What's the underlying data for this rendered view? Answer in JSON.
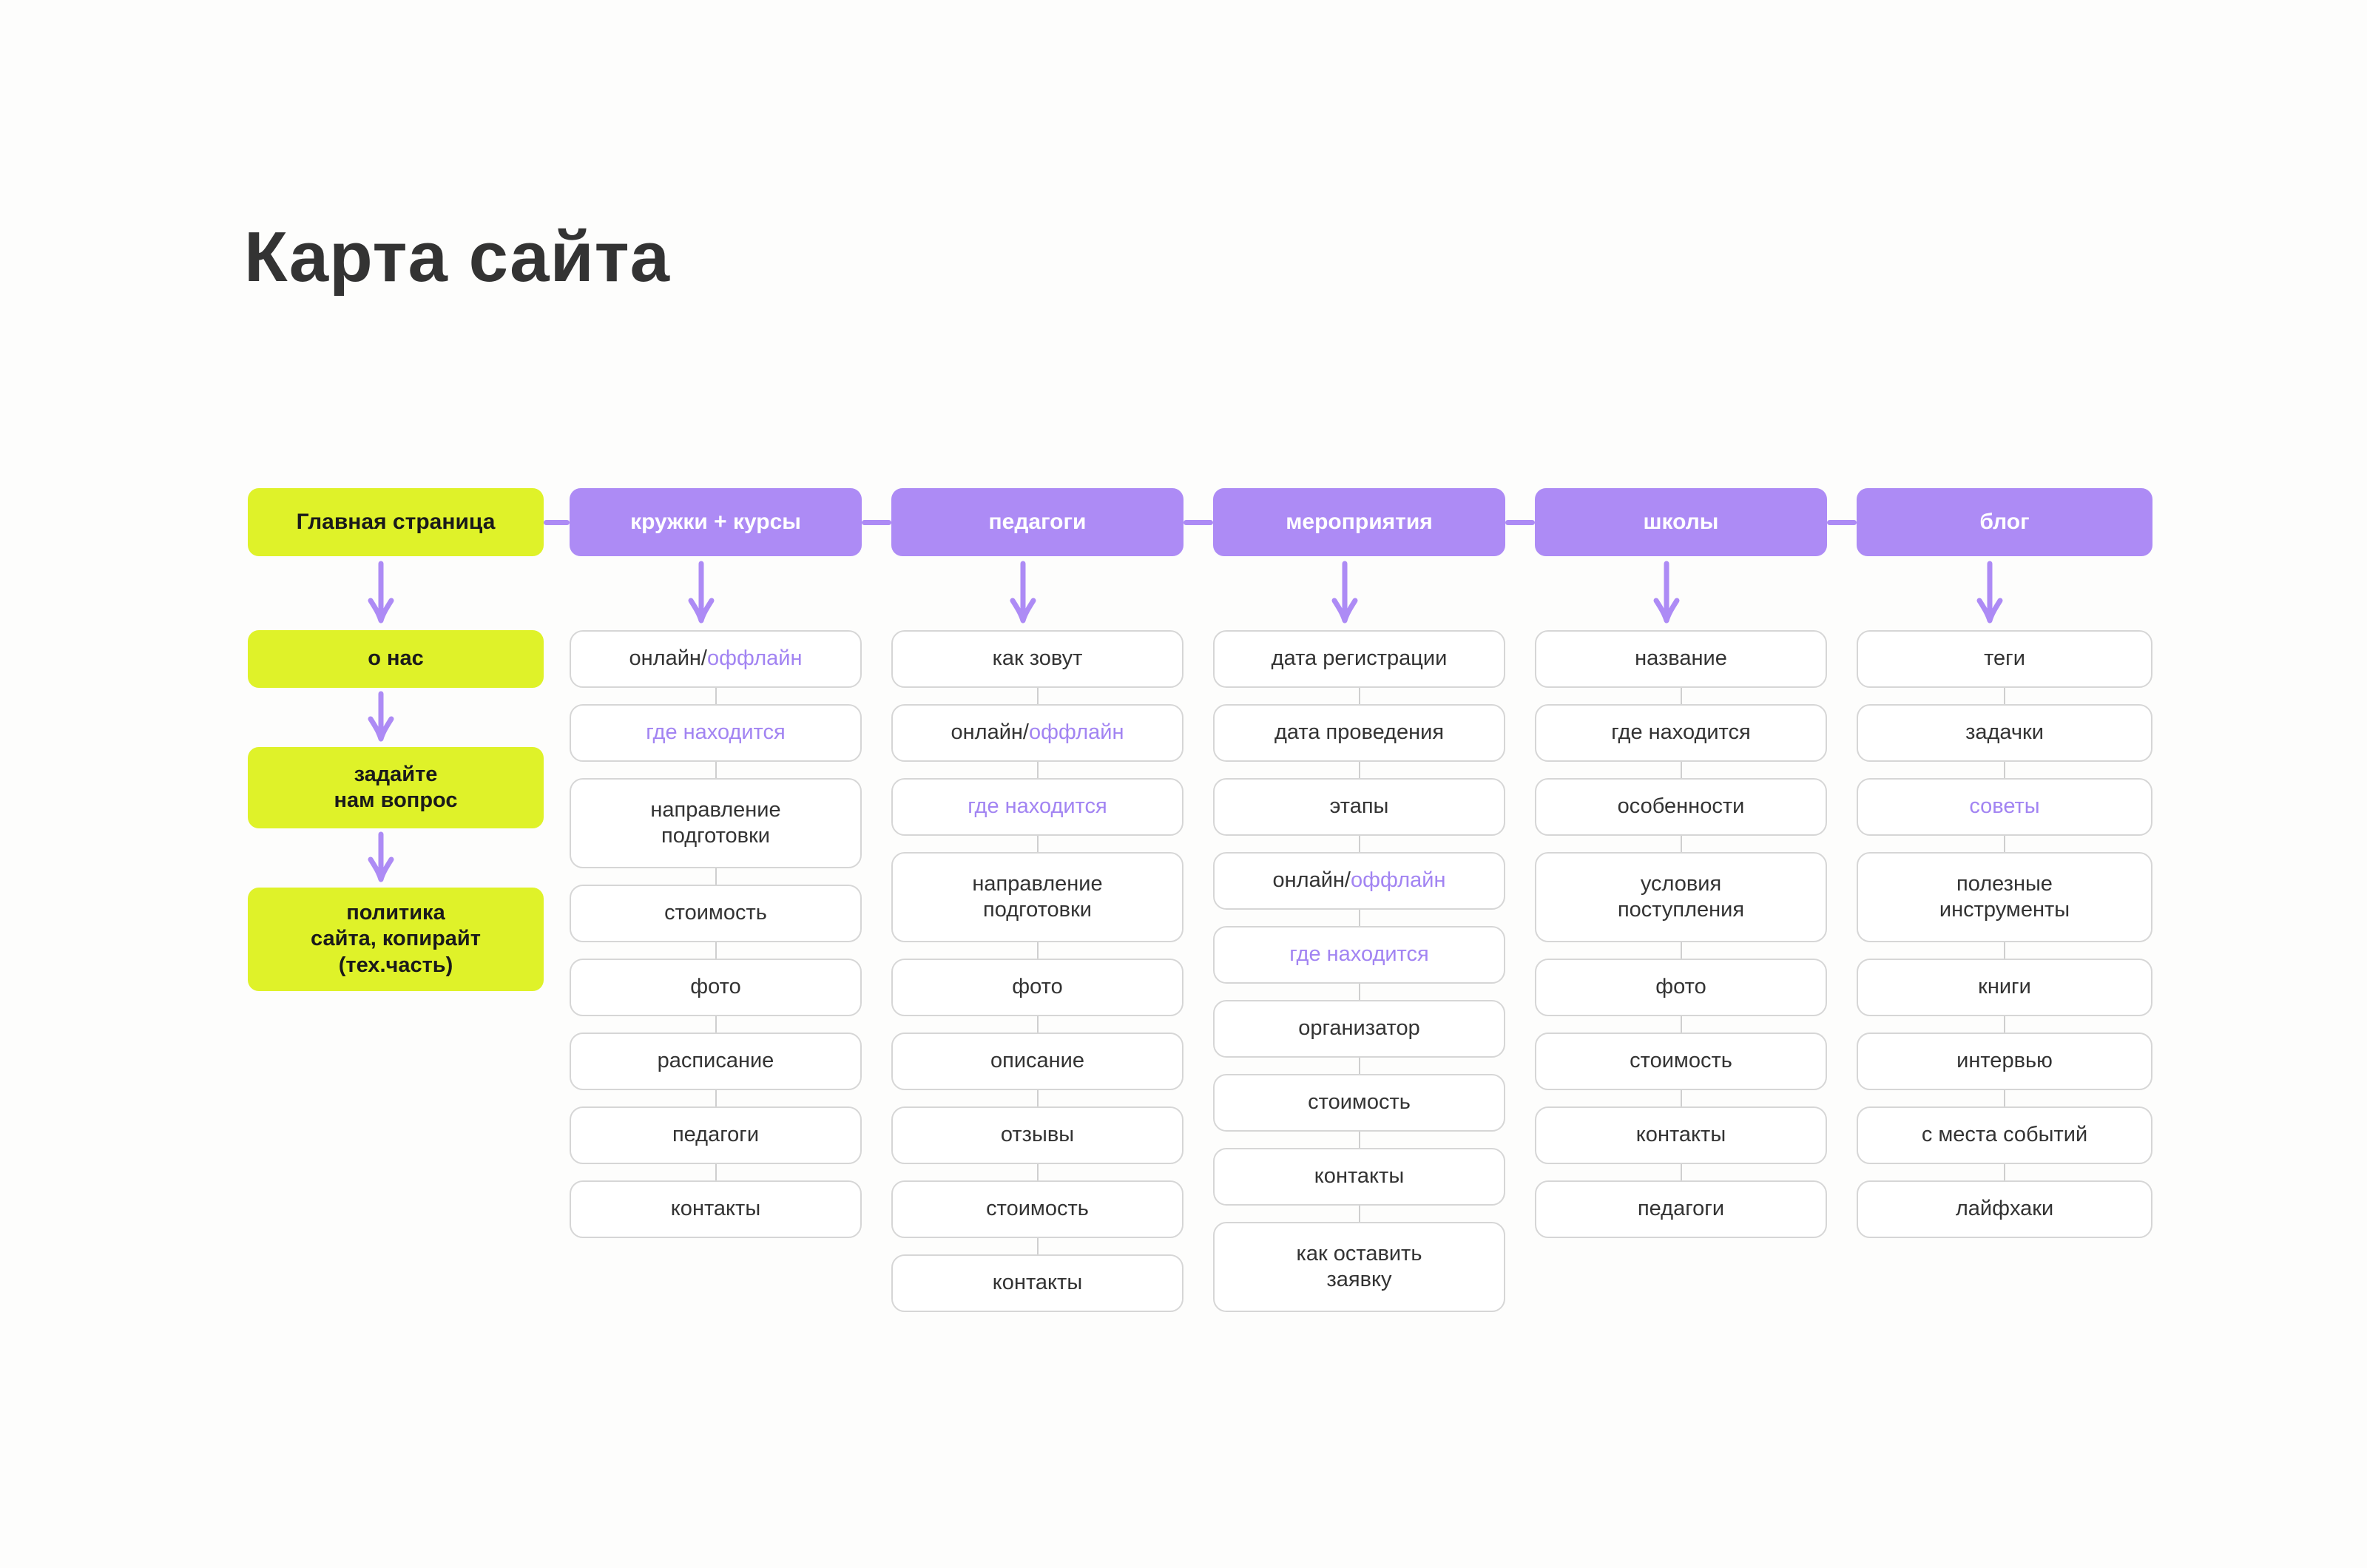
{
  "title": "Карта сайта",
  "colors": {
    "lime": "#DFF229",
    "violet": "#AD8BF5",
    "accent_text": "#A284F2",
    "box_border": "#D6D6D6",
    "text_dark": "#333333",
    "background": "#FDFDFC"
  },
  "columns": [
    {
      "id": "home",
      "head": {
        "label": "Главная страница",
        "style": "lime"
      },
      "connector": "arrow",
      "items": [
        {
          "label": "о нас",
          "style": "lime",
          "lines": 1
        },
        {
          "label": "задайте\nнам вопрос",
          "style": "lime",
          "lines": 2
        },
        {
          "label": "политика\nсайта, копирайт\n(тех.часть)",
          "style": "lime",
          "lines": 3
        }
      ]
    },
    {
      "id": "courses",
      "head": {
        "label": "кружки + курсы",
        "style": "violet"
      },
      "connector": "line",
      "items": [
        {
          "label": "онлайн/оффлайн",
          "style": "plain",
          "lines": 1,
          "accent_from": 7
        },
        {
          "label": "где находится",
          "style": "plain",
          "lines": 1,
          "accent_all": true
        },
        {
          "label": "направление\nподготовки",
          "style": "plain",
          "lines": 2
        },
        {
          "label": "стоимость",
          "style": "plain",
          "lines": 1
        },
        {
          "label": "фото",
          "style": "plain",
          "lines": 1
        },
        {
          "label": "расписание",
          "style": "plain",
          "lines": 1
        },
        {
          "label": "педагоги",
          "style": "plain",
          "lines": 1
        },
        {
          "label": "контакты",
          "style": "plain",
          "lines": 1
        }
      ]
    },
    {
      "id": "teachers",
      "head": {
        "label": "педагоги",
        "style": "violet"
      },
      "connector": "line",
      "items": [
        {
          "label": "как зовут",
          "style": "plain",
          "lines": 1
        },
        {
          "label": "онлайн/оффлайн",
          "style": "plain",
          "lines": 1,
          "accent_from": 7
        },
        {
          "label": "где находится",
          "style": "plain",
          "lines": 1,
          "accent_all": true
        },
        {
          "label": "направление\nподготовки",
          "style": "plain",
          "lines": 2
        },
        {
          "label": "фото",
          "style": "plain",
          "lines": 1
        },
        {
          "label": "описание",
          "style": "plain",
          "lines": 1
        },
        {
          "label": "отзывы",
          "style": "plain",
          "lines": 1
        },
        {
          "label": "стоимость",
          "style": "plain",
          "lines": 1
        },
        {
          "label": "контакты",
          "style": "plain",
          "lines": 1
        }
      ]
    },
    {
      "id": "events",
      "head": {
        "label": "мероприятия",
        "style": "violet"
      },
      "connector": "line",
      "items": [
        {
          "label": "дата регистрации",
          "style": "plain",
          "lines": 1
        },
        {
          "label": "дата проведения",
          "style": "plain",
          "lines": 1
        },
        {
          "label": "этапы",
          "style": "plain",
          "lines": 1
        },
        {
          "label": "онлайн/оффлайн",
          "style": "plain",
          "lines": 1,
          "accent_from": 7
        },
        {
          "label": "где находится",
          "style": "plain",
          "lines": 1,
          "accent_all": true
        },
        {
          "label": "организатор",
          "style": "plain",
          "lines": 1
        },
        {
          "label": "стоимость",
          "style": "plain",
          "lines": 1
        },
        {
          "label": "контакты",
          "style": "plain",
          "lines": 1
        },
        {
          "label": "как оставить\nзаявку",
          "style": "plain",
          "lines": 2
        }
      ]
    },
    {
      "id": "schools",
      "head": {
        "label": "школы",
        "style": "violet"
      },
      "connector": "line",
      "items": [
        {
          "label": "название",
          "style": "plain",
          "lines": 1
        },
        {
          "label": "где находится",
          "style": "plain",
          "lines": 1
        },
        {
          "label": "особенности",
          "style": "plain",
          "lines": 1
        },
        {
          "label": "условия\nпоступления",
          "style": "plain",
          "lines": 2
        },
        {
          "label": "фото",
          "style": "plain",
          "lines": 1
        },
        {
          "label": "стоимость",
          "style": "plain",
          "lines": 1
        },
        {
          "label": "контакты",
          "style": "plain",
          "lines": 1
        },
        {
          "label": "педагоги",
          "style": "plain",
          "lines": 1
        }
      ]
    },
    {
      "id": "blog",
      "head": {
        "label": "блог",
        "style": "violet"
      },
      "connector": "line",
      "items": [
        {
          "label": "теги",
          "style": "plain",
          "lines": 1
        },
        {
          "label": "задачки",
          "style": "plain",
          "lines": 1
        },
        {
          "label": "советы",
          "style": "plain",
          "lines": 1,
          "accent_all": true
        },
        {
          "label": "полезные\nинструменты",
          "style": "plain",
          "lines": 2
        },
        {
          "label": "книги",
          "style": "plain",
          "lines": 1
        },
        {
          "label": "интервью",
          "style": "plain",
          "lines": 1
        },
        {
          "label": "с места событий",
          "style": "plain",
          "lines": 1
        },
        {
          "label": "лайфхаки",
          "style": "plain",
          "lines": 1
        }
      ]
    }
  ]
}
